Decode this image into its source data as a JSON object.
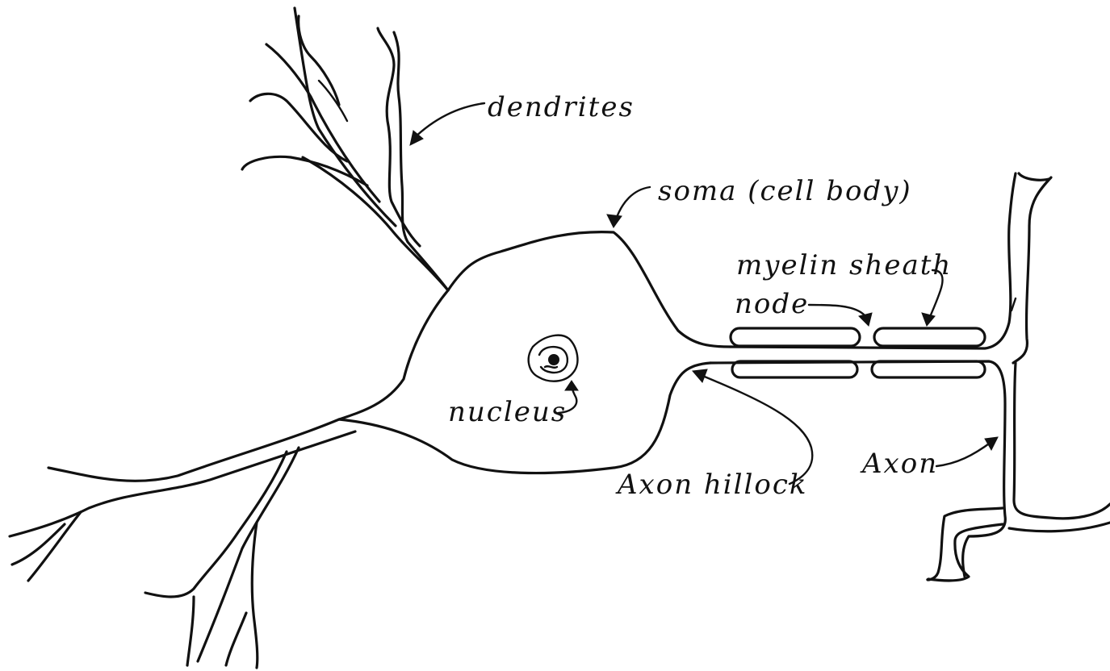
{
  "labels": {
    "dendrites": "dendrites",
    "soma": "soma (cell body)",
    "myelin_sheath": "myelin sheath",
    "node": "node",
    "nucleus": "nucleus",
    "axon_hillock": "Axon hillock",
    "axon": "Axon"
  }
}
